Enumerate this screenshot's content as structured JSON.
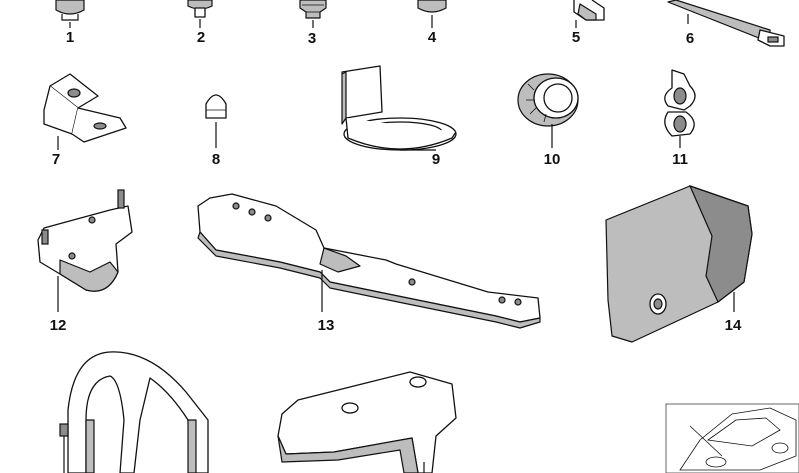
{
  "parts": [
    {
      "id": "part-1",
      "label": "1"
    },
    {
      "id": "part-2",
      "label": "2"
    },
    {
      "id": "part-3",
      "label": "3"
    },
    {
      "id": "part-4",
      "label": "4"
    },
    {
      "id": "part-5",
      "label": "5"
    },
    {
      "id": "part-6",
      "label": "6"
    },
    {
      "id": "part-7",
      "label": "7"
    },
    {
      "id": "part-8",
      "label": "8"
    },
    {
      "id": "part-9",
      "label": "9"
    },
    {
      "id": "part-10",
      "label": "10"
    },
    {
      "id": "part-11",
      "label": "11"
    },
    {
      "id": "part-12",
      "label": "12"
    },
    {
      "id": "part-13",
      "label": "13"
    },
    {
      "id": "part-14",
      "label": "14"
    }
  ]
}
